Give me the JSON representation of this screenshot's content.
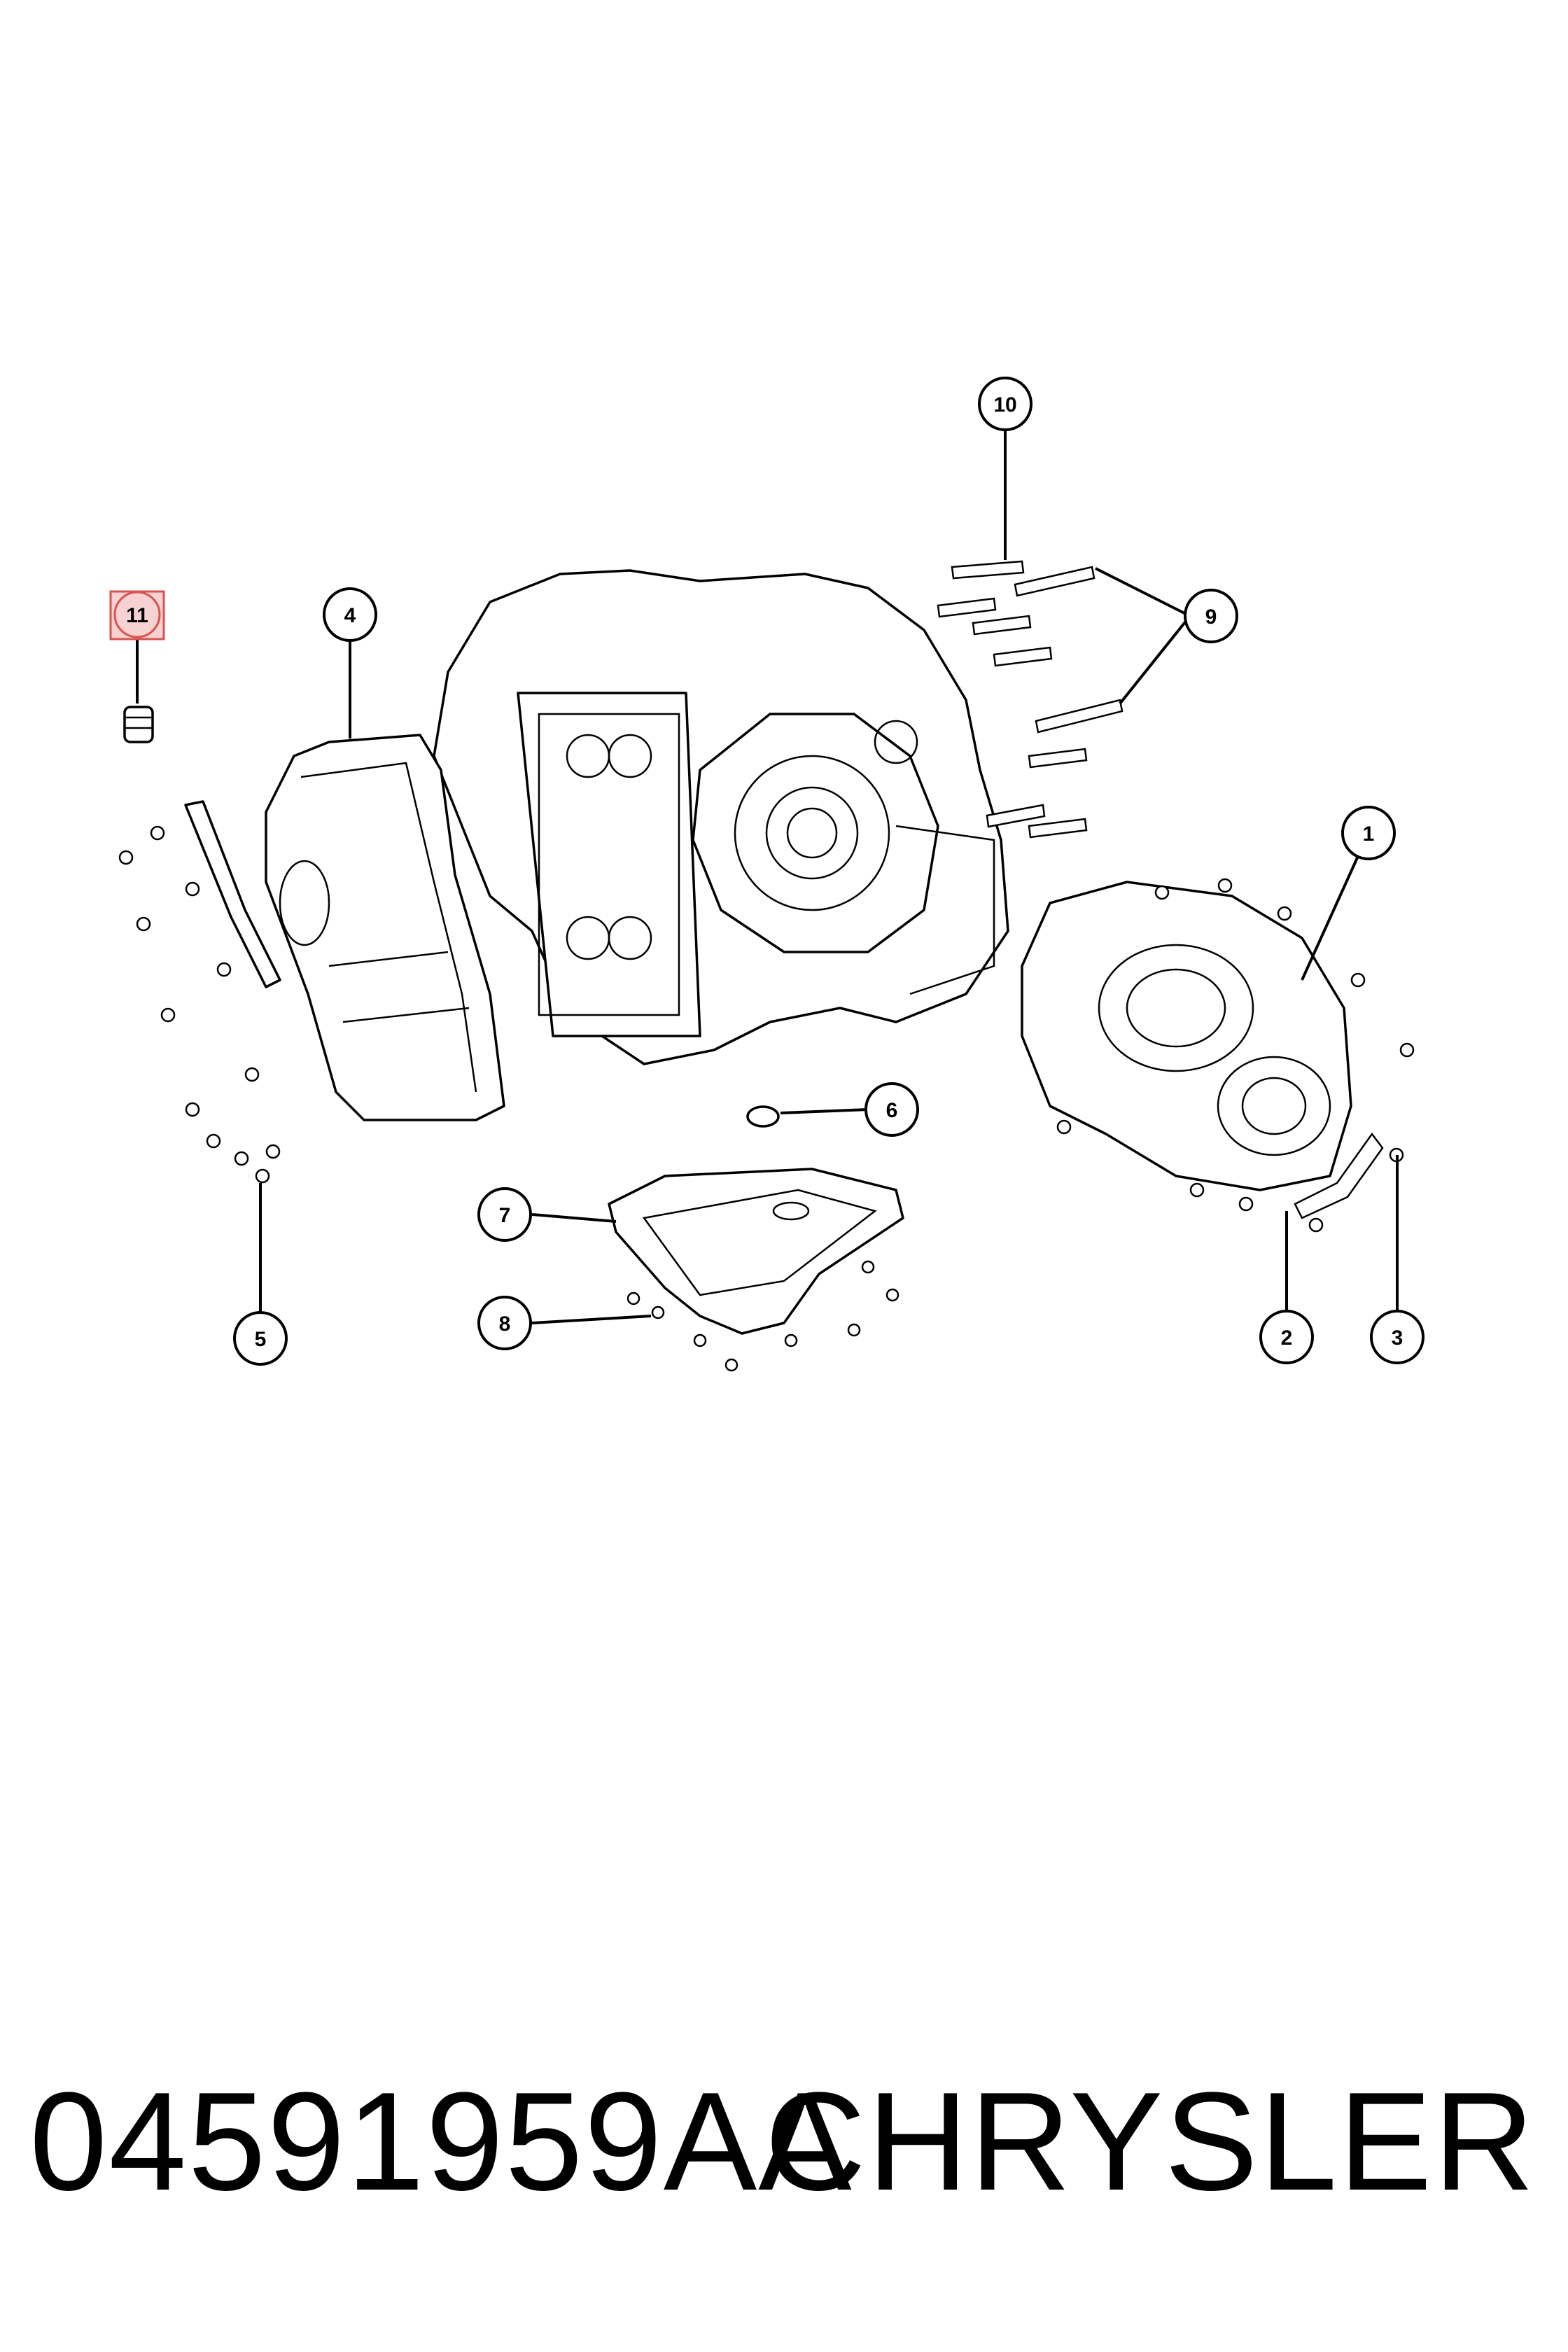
{
  "callouts": [
    {
      "id": "c1",
      "label": "1"
    },
    {
      "id": "c2",
      "label": "2"
    },
    {
      "id": "c3",
      "label": "3"
    },
    {
      "id": "c4",
      "label": "4"
    },
    {
      "id": "c5",
      "label": "5"
    },
    {
      "id": "c6",
      "label": "6"
    },
    {
      "id": "c7",
      "label": "7"
    },
    {
      "id": "c8",
      "label": "8"
    },
    {
      "id": "c9",
      "label": "9"
    },
    {
      "id": "c10",
      "label": "10"
    },
    {
      "id": "c11",
      "label": "11"
    }
  ],
  "highlight_color": "#d9534f",
  "footer": {
    "part_number": "04591959AA",
    "brand": "CHRYSLER"
  }
}
